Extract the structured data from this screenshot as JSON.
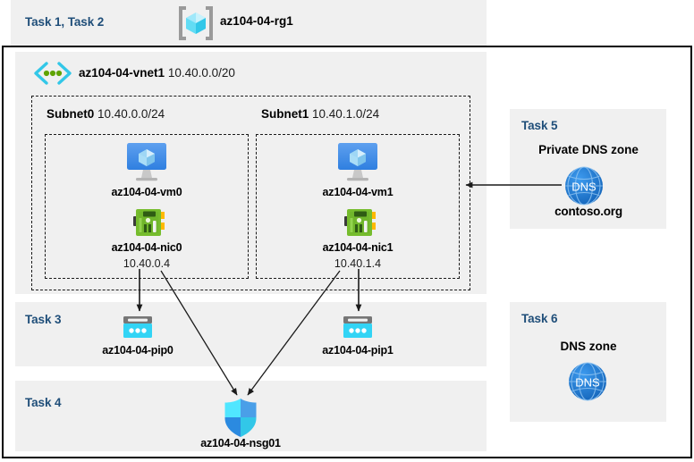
{
  "diagram": {
    "title_region": {
      "task_label": "Task 1, Task 2",
      "resource_group_name": "az104-04-rg1",
      "resource_group_icon": "resource-group-icon"
    },
    "vnet": {
      "name": "az104-04-vnet1",
      "cidr": "10.40.0.0/20",
      "icon": "virtual-network-icon",
      "subnets": [
        {
          "name": "Subnet0",
          "cidr": "10.40.0.0/24",
          "vm": {
            "name": "az104-04-vm0",
            "icon": "virtual-machine-icon"
          },
          "nic": {
            "name": "az104-04-nic0",
            "ip": "10.40.0.4",
            "icon": "network-interface-icon"
          }
        },
        {
          "name": "Subnet1",
          "cidr": "10.40.1.0/24",
          "vm": {
            "name": "az104-04-vm1",
            "icon": "virtual-machine-icon"
          },
          "nic": {
            "name": "az104-04-nic1",
            "ip": "10.40.1.4",
            "icon": "network-interface-icon"
          }
        }
      ]
    },
    "task3": {
      "task_label": "Task 3",
      "pip0": {
        "name": "az104-04-pip0",
        "icon": "public-ip-address-icon"
      },
      "pip1": {
        "name": "az104-04-pip1",
        "icon": "public-ip-address-icon"
      }
    },
    "task4": {
      "task_label": "Task 4",
      "nsg": {
        "name": "az104-04-nsg01",
        "icon": "network-security-group-icon"
      }
    },
    "task5": {
      "task_label": "Task 5",
      "zone_type": "Private DNS zone",
      "zone_name": "contoso.org",
      "icon": "dns-zone-icon",
      "icon_text": "DNS"
    },
    "task6": {
      "task_label": "Task 6",
      "zone_type": "DNS zone",
      "icon": "dns-zone-icon",
      "icon_text": "DNS"
    },
    "colors": {
      "task_label": "#1f4e79",
      "panel_bg": "#f0f0f0",
      "border": "#000000",
      "azure_blue": "#0078d4",
      "cyan": "#32d4f5",
      "nic_green": "#76bc2d",
      "dns_blue": "#1e88e5"
    }
  }
}
